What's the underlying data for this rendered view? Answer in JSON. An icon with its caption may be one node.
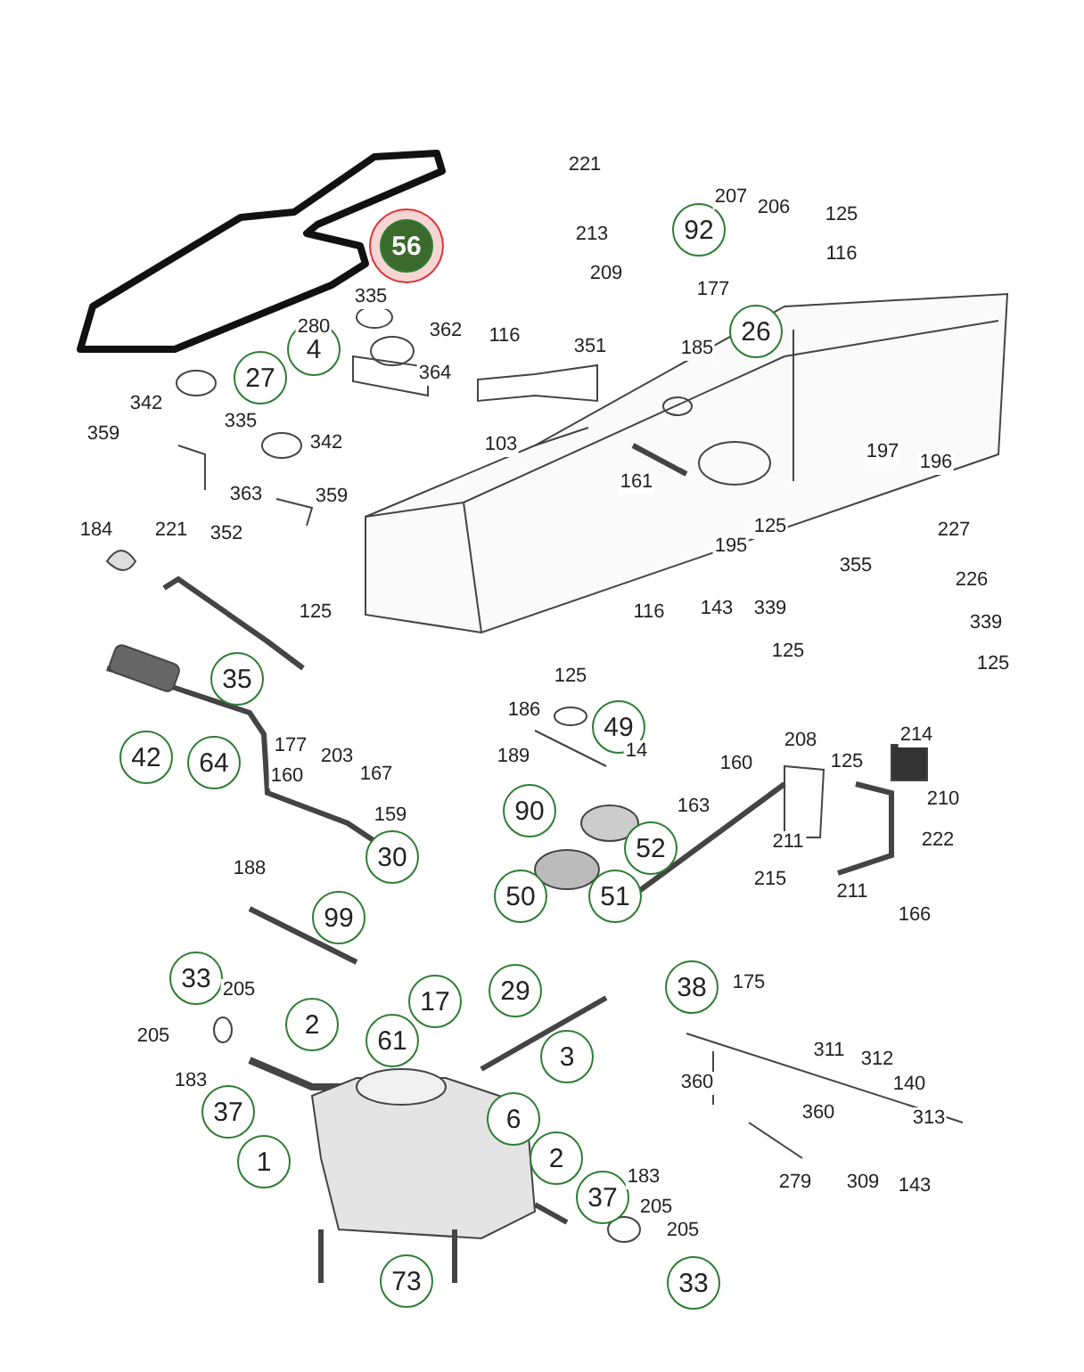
{
  "diagram": {
    "nodes": [
      {
        "text": [
          "56"
        ]
      },
      {
        "text": [
          "92"
        ]
      },
      {
        "text": [
          "26"
        ]
      },
      {
        "text": [
          "4"
        ]
      },
      {
        "text": [
          "27"
        ]
      },
      {
        "text": [
          "35"
        ]
      },
      {
        "text": [
          "49"
        ]
      },
      {
        "text": [
          "42"
        ]
      },
      {
        "text": [
          "64"
        ]
      },
      {
        "text": [
          "90"
        ]
      },
      {
        "text": [
          "52"
        ]
      },
      {
        "text": [
          "30"
        ]
      },
      {
        "text": [
          "50"
        ]
      },
      {
        "text": [
          "51"
        ]
      },
      {
        "text": [
          "99"
        ]
      },
      {
        "text": [
          "33"
        ]
      },
      {
        "text": [
          "38"
        ]
      },
      {
        "text": [
          "29"
        ]
      },
      {
        "text": [
          "17"
        ]
      },
      {
        "text": [
          "2"
        ]
      },
      {
        "text": [
          "61"
        ]
      },
      {
        "text": [
          "3"
        ]
      },
      {
        "text": [
          "6"
        ]
      },
      {
        "text": [
          "37"
        ]
      },
      {
        "text": [
          "1"
        ]
      },
      {
        "text": [
          "2"
        ]
      },
      {
        "text": [
          "37"
        ]
      },
      {
        "text": [
          "73"
        ]
      },
      {
        "text": [
          "33"
        ]
      }
    ],
    "labels": [
      "221",
      "213",
      "207",
      "206",
      "125",
      "116",
      "209",
      "177",
      "185",
      "335",
      "280",
      "362",
      "116",
      "351",
      "364",
      "342",
      "335",
      "103",
      "161",
      "197",
      "196",
      "359",
      "342",
      "363",
      "359",
      "184",
      "221",
      "352",
      "195",
      "125",
      "227",
      "355",
      "226",
      "125",
      "116",
      "143",
      "339",
      "339",
      "125",
      "125",
      "125",
      "186",
      "177",
      "203",
      "189",
      "14",
      "160",
      "167",
      "159",
      "188",
      "160",
      "208",
      "125",
      "214",
      "210",
      "163",
      "211",
      "222",
      "215",
      "211",
      "166",
      "175",
      "205",
      "205",
      "183",
      "360",
      "311",
      "312",
      "140",
      "360",
      "313",
      "279",
      "309",
      "143",
      "183",
      "205",
      "205"
    ]
  }
}
